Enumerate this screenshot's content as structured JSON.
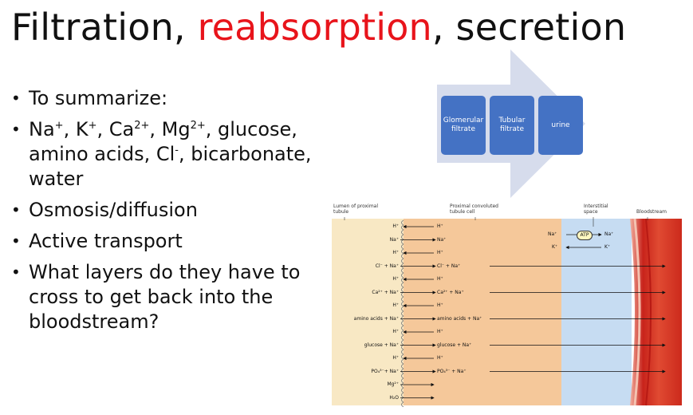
{
  "title": {
    "part1": "Filtration, ",
    "part2": "reabsorption",
    "part3": ", secretion"
  },
  "bullets": {
    "b1": "To summarize:",
    "b2": {
      "na": "Na",
      "na_sup": "+",
      "k": ", K",
      "k_sup": "+",
      "ca": ", Ca",
      "ca_sup": "2+",
      "mg": ", Mg",
      "mg_sup": "2+",
      "rest": ", glucose, amino acids, Cl",
      "cl_sup": "-",
      "end": ", bicarbonate, water"
    },
    "b3": "Osmosis/diffusion",
    "b4": "Active transport",
    "b5": "What layers do they have to cross to get back into the bloodstream?"
  },
  "flow": {
    "box1": "Glomerular filtrate",
    "box2": "Tubular filtrate",
    "box3": "urine"
  },
  "diagram": {
    "labels": {
      "lumen": "Lumen of proximal tubule",
      "cell": "Proximal convoluted tubule cell",
      "interstitial": "Interstitial space",
      "blood": "Bloodstream"
    },
    "rows": [
      {
        "left": "H⁺",
        "right": "H⁺"
      },
      {
        "left": "Na⁺",
        "right": "Na⁺"
      },
      {
        "left": "H⁺",
        "right": "H⁺"
      },
      {
        "left": "Cl⁻ + Na⁺",
        "right": "Cl⁻ + Na⁺"
      },
      {
        "left": "H⁺",
        "right": "H⁺"
      },
      {
        "left": "Ca²⁺ + Na⁺",
        "right": "Ca²⁺ + Na⁺"
      },
      {
        "left": "H⁺",
        "right": "H⁺"
      },
      {
        "left": "amino acids + Na⁺",
        "right": "amino acids + Na⁺"
      },
      {
        "left": "H⁺",
        "right": "H⁺"
      },
      {
        "left": "glucose + Na⁺",
        "right": "glucose + Na⁺"
      },
      {
        "left": "H⁺",
        "right": "H⁺"
      },
      {
        "left": "PO₄³⁻+ Na⁺",
        "right": "PO₄³⁻ + Na⁺"
      },
      {
        "left": "Mg²⁺",
        "right": ""
      },
      {
        "left": "H₂O",
        "right": ""
      }
    ],
    "pump": {
      "na_left": "Na⁺",
      "na_right": "Na⁺",
      "k_left": "K⁺",
      "k_right": "K⁺",
      "atp": "ATP"
    }
  },
  "colors": {
    "title_red": "#e8141b",
    "box_blue": "#4472c4",
    "arrow_light": "#d6dcec"
  }
}
